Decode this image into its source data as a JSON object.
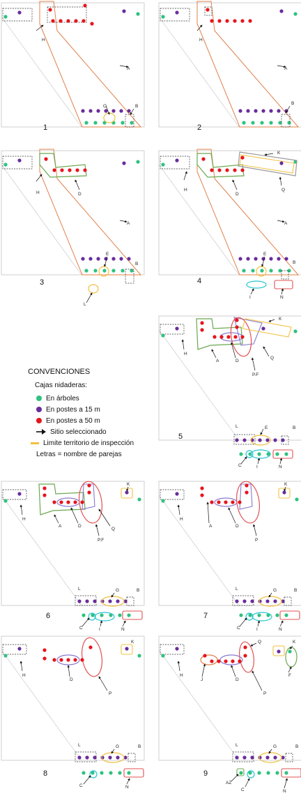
{
  "legend": {
    "title": "CONVENCIONES",
    "subtitle": "Cajas nidaderas:",
    "items": [
      {
        "label": "En árboles",
        "color": "#2ec27e",
        "icon": "green-dot-icon"
      },
      {
        "label": "En postes a 15 m",
        "color": "#6a2c9c",
        "icon": "purple-dot-icon"
      },
      {
        "label": "En postes a 50 m",
        "color": "#e8141c",
        "icon": "red-dot-icon"
      },
      {
        "label": "Sitio seleccionado",
        "icon": "arrow-icon"
      },
      {
        "label": "Limite territorio de inspección",
        "color": "#f2c040",
        "icon": "yellow-line-icon"
      },
      {
        "label": "Letras = nombre de parejas",
        "icon": "none"
      }
    ]
  },
  "colors": {
    "tree": "#2ec27e",
    "pole15": "#6a2c9c",
    "pole50": "#e8141c",
    "orange": "#e0804a",
    "green": "#6aa84f",
    "yellow": "#f2c040",
    "cyan": "#25c4cf",
    "red": "#e05050",
    "purple": "#8878d0",
    "grey": "#999999"
  },
  "panels": [
    {
      "number": "1",
      "labels": [
        "H",
        "A",
        "O",
        "B"
      ]
    },
    {
      "number": "2",
      "labels": [
        "H",
        "A",
        "B"
      ]
    },
    {
      "number": "3",
      "labels": [
        "H",
        "D",
        "A",
        "E",
        "B",
        "L"
      ]
    },
    {
      "number": "4",
      "labels": [
        "H",
        "K",
        "D",
        "Q",
        "A",
        "E",
        "B",
        "I",
        "N"
      ]
    },
    {
      "number": "5",
      "labels": [
        "K",
        "H",
        "A",
        "D",
        "Q",
        "P.F",
        "L",
        "E",
        "B",
        "C",
        "I",
        "N"
      ]
    },
    {
      "number": "6",
      "labels": [
        "K",
        "H",
        "A",
        "D",
        "Q",
        "P.F",
        "L",
        "G",
        "B",
        "C",
        "I",
        "N"
      ]
    },
    {
      "number": "7",
      "labels": [
        "K",
        "H",
        "A",
        "D",
        "P",
        "L",
        "G",
        "B",
        "C",
        "I",
        "N"
      ]
    },
    {
      "number": "8",
      "labels": [
        "K",
        "H",
        "D",
        "P",
        "L",
        "G",
        "B",
        "C",
        "N"
      ]
    },
    {
      "number": "9",
      "labels": [
        "Q",
        "K",
        "H",
        "J",
        "D",
        "F",
        "P",
        "L",
        "G",
        "B",
        "AZ",
        "C",
        "N"
      ]
    }
  ]
}
